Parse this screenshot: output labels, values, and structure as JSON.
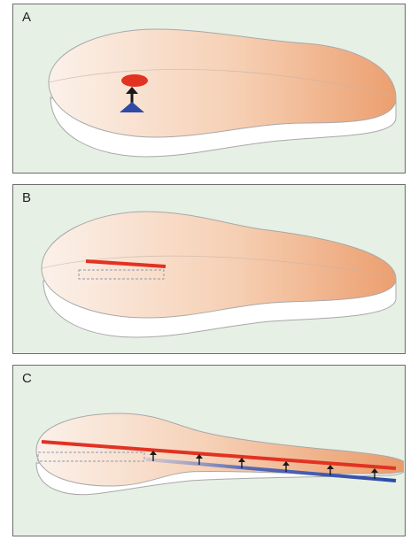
{
  "panels": [
    {
      "label": "A"
    },
    {
      "label": "B"
    },
    {
      "label": "C"
    }
  ],
  "colors": {
    "panel_background": "#e6f0e4",
    "panel_border": "#6c6c6c",
    "embryo_fill_start": "#fbf1ea",
    "embryo_fill_end": "#ec9f6f",
    "embryo_outline": "#a8a8a8",
    "lower_layer_fill": "#ffffff",
    "red_marker": "#e23222",
    "blue_marker": "#2e4aa6",
    "arrow": "#1a1a1a",
    "dashed_outline": "#8f96b0"
  },
  "icons": {
    "panel_a": [
      "red-ellipse-icon",
      "black-up-arrow-icon",
      "blue-triangle-icon"
    ],
    "panel_b": [
      "red-line-icon",
      "dashed-rectangle-icon"
    ],
    "panel_c": [
      "red-line-icon",
      "blue-line-icon",
      "dashed-rectangle-icon",
      "black-up-arrow-icon"
    ]
  }
}
